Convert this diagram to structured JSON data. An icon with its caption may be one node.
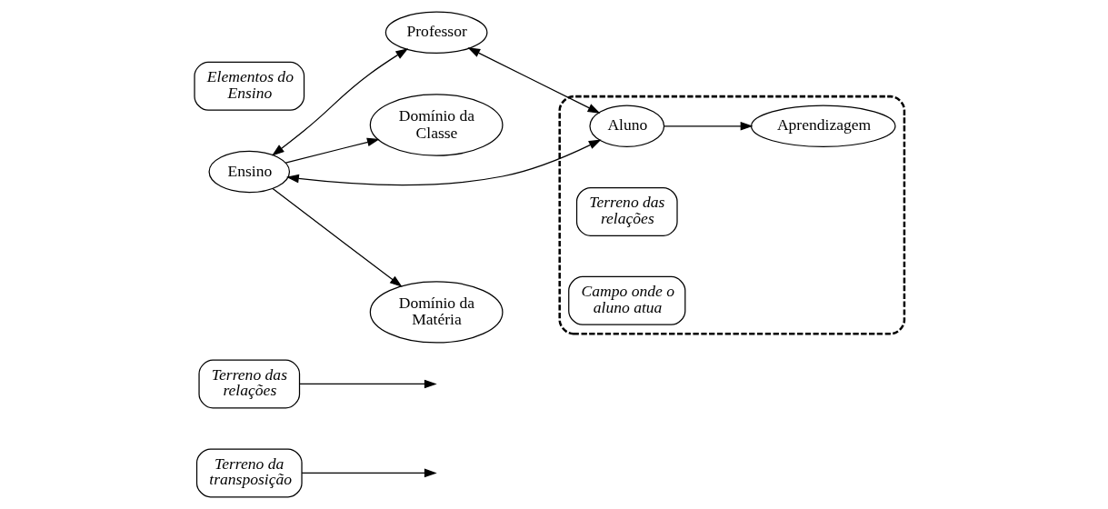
{
  "diagram": {
    "nodes": [
      {
        "text": [
          "Terreno da transposição"
        ]
      },
      {
        "text": [
          "Terreno das relações"
        ]
      },
      {
        "text": [
          "Professor"
        ]
      },
      {
        "text": [
          "Domínio da Classe"
        ]
      },
      {
        "text": [
          "Elementos do Ensino"
        ]
      },
      {
        "text": [
          "Ensino"
        ]
      },
      {
        "text": [],
        "shape": "cloud"
      },
      {
        "text": [
          "Aluno"
        ],
        "in": 6
      },
      {
        "text": [
          "Aprendizagem"
        ],
        "in": 6
      },
      {
        "text": [
          "Domínio da Matéria"
        ]
      },
      {
        "text": [
          "Terreno das relações"
        ],
        "in": 6
      },
      {
        "text": [
          "Campo onde o aluno atua"
        ],
        "in": 6
      }
    ],
    "edges": [
      {
        "from": 0,
        "to": null,
        "arrow": "to"
      },
      {
        "from": 1,
        "to": null,
        "arrow": "to"
      },
      {
        "from": 5,
        "to": 2,
        "arrow": "both"
      },
      {
        "from": 2,
        "to": 7,
        "arrow": "both"
      },
      {
        "from": 5,
        "to": 3,
        "arrow": "to"
      },
      {
        "from": 5,
        "to": 9,
        "arrow": "to"
      },
      {
        "from": 5,
        "to": 7,
        "arrow": "both"
      },
      {
        "from": 7,
        "to": 8,
        "arrow": "to"
      }
    ]
  }
}
